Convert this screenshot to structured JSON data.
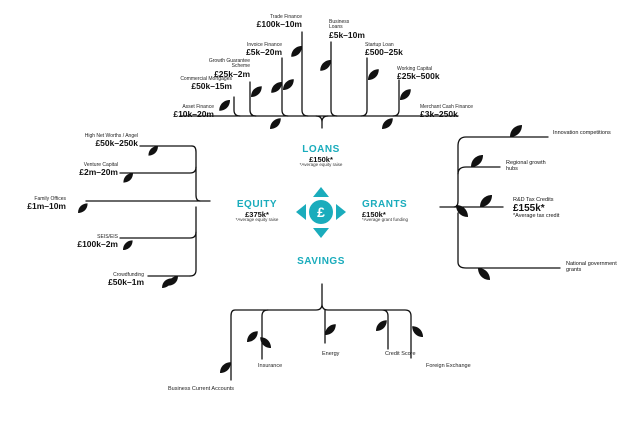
{
  "colors": {
    "accent": "#1aacbc",
    "ink": "#111111",
    "background": "#ffffff"
  },
  "center": {
    "icon": "pound-sterling-icon",
    "loans": {
      "title": "LOANS",
      "amount": "£150k*",
      "note": "*Average equity raise"
    },
    "equity": {
      "title": "EQUITY",
      "amount": "£375k*",
      "note": "*Average equity raise"
    },
    "grants": {
      "title": "GRANTS",
      "amount": "£150k*",
      "note": "*Average grant funding"
    },
    "savings": {
      "title": "SAVINGS"
    }
  },
  "loans_branches": [
    {
      "label": "Asset Finance",
      "value": "£10k–20m"
    },
    {
      "label": "Commercial Mortgages",
      "value": "£50k–15m"
    },
    {
      "label": "Growth Guarantee Scheme",
      "value": "£25k–2m"
    },
    {
      "label": "Invoice Finance",
      "value": "£5k–20m"
    },
    {
      "label": "Trade Finance",
      "value": "£100k–10m"
    },
    {
      "label": "Business Loans",
      "value": "£5k–10m"
    },
    {
      "label": "Startup Loan",
      "value": "£500–25k"
    },
    {
      "label": "Working Capital",
      "value": "£25k–500k"
    },
    {
      "label": "Merchant Cash Finance",
      "value": "£3k–250k"
    }
  ],
  "equity_branches": [
    {
      "label": "High Net Worths / Angel",
      "value": "£50k–250k"
    },
    {
      "label": "Venture Capital",
      "value": "£2m–20m"
    },
    {
      "label": "Family Offices",
      "value": "£1m–10m"
    },
    {
      "label": "SEIS/EIS",
      "value": "£100k–2m"
    },
    {
      "label": "Crowdfunding",
      "value": "£50k–1m"
    }
  ],
  "grants_branches": [
    {
      "label": "Innovation competitions"
    },
    {
      "label": "Regional growth hubs"
    },
    {
      "label": "R&D Tax Credits",
      "value": "£155k*",
      "note": "*Average tax credit"
    },
    {
      "label": "National government grants"
    }
  ],
  "savings_branches": [
    {
      "label": "Business Current Accounts"
    },
    {
      "label": "Insurance"
    },
    {
      "label": "Energy"
    },
    {
      "label": "Credit Score"
    },
    {
      "label": "Foreign Exchange"
    }
  ]
}
